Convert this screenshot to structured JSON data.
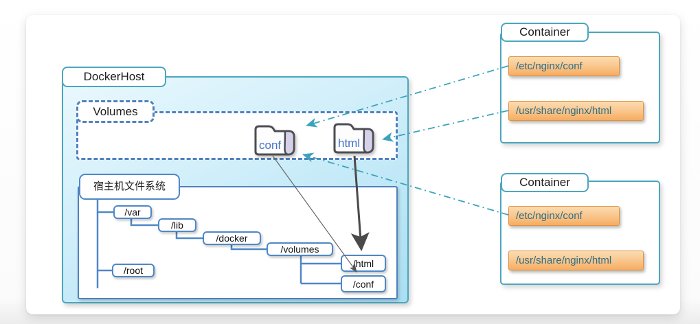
{
  "colors": {
    "teal_border": "#4BA6BE",
    "blue_border": "#4F81BD",
    "node_border": "#4F87C7",
    "host_fill_top": "#EAF8FD",
    "host_fill_bottom": "#A9DEF1",
    "mount_border": "#E0913F",
    "mount_fill_top": "#FBDCB1",
    "mount_fill_bottom": "#F6AC61",
    "mount_text": "#2E6E87",
    "folder_label_blue": "#4472C4",
    "link_teal": "#3BA3BC",
    "arrow_dark": "#4A4A4A"
  },
  "docker_host": {
    "title": "DockerHost",
    "volumes": {
      "title": "Volumes",
      "folders": [
        {
          "label": "conf"
        },
        {
          "label": "html"
        }
      ]
    },
    "filesystem": {
      "title": "宿主机文件系统",
      "nodes": [
        {
          "label": "/var"
        },
        {
          "label": "/lib"
        },
        {
          "label": "/docker"
        },
        {
          "label": "/volumes"
        },
        {
          "label": "/html"
        },
        {
          "label": "/conf"
        },
        {
          "label": "/root"
        }
      ]
    }
  },
  "containers": [
    {
      "title": "Container",
      "mounts": [
        {
          "path": "/etc/nginx/conf"
        },
        {
          "path": "/usr/share/nginx/html"
        }
      ]
    },
    {
      "title": "Container",
      "mounts": [
        {
          "path": "/etc/nginx/conf"
        },
        {
          "path": "/usr/share/nginx/html"
        }
      ]
    }
  ]
}
